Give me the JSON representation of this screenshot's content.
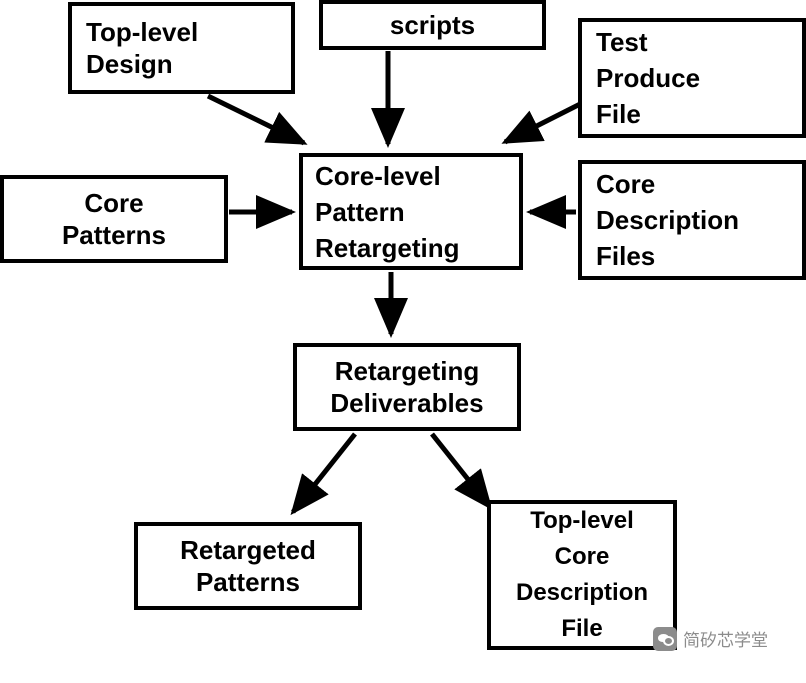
{
  "diagram": {
    "type": "flowchart",
    "nodes": [
      {
        "id": "top-level-design",
        "lines": [
          "Top-level",
          "Design"
        ]
      },
      {
        "id": "scripts",
        "lines": [
          "scripts"
        ]
      },
      {
        "id": "test-produce-file",
        "lines": [
          "Test",
          "Produce",
          "File"
        ]
      },
      {
        "id": "core-patterns",
        "lines": [
          "Core",
          "Patterns"
        ]
      },
      {
        "id": "core-level-pattern-retargeting",
        "lines": [
          "Core-level",
          "Pattern",
          "Retargeting"
        ]
      },
      {
        "id": "core-description-files",
        "lines": [
          "Core",
          "Description",
          "Files"
        ]
      },
      {
        "id": "retargeting-deliverables",
        "lines": [
          "Retargeting",
          "Deliverables"
        ]
      },
      {
        "id": "retargeted-patterns",
        "lines": [
          "Retargeted",
          "Patterns"
        ]
      },
      {
        "id": "top-level-core-description-file",
        "lines": [
          "Top-level",
          "Core",
          "Description",
          "File"
        ]
      }
    ],
    "edges": [
      {
        "from": "top-level-design",
        "to": "core-level-pattern-retargeting"
      },
      {
        "from": "scripts",
        "to": "core-level-pattern-retargeting"
      },
      {
        "from": "test-produce-file",
        "to": "core-level-pattern-retargeting"
      },
      {
        "from": "core-patterns",
        "to": "core-level-pattern-retargeting"
      },
      {
        "from": "core-description-files",
        "to": "core-level-pattern-retargeting"
      },
      {
        "from": "core-level-pattern-retargeting",
        "to": "retargeting-deliverables"
      },
      {
        "from": "retargeting-deliverables",
        "to": "retargeted-patterns"
      },
      {
        "from": "retargeting-deliverables",
        "to": "top-level-core-description-file"
      }
    ],
    "colors": {
      "stroke": "#000000",
      "fill": "#ffffff",
      "text": "#000000",
      "watermark": "#8c8c8c"
    }
  },
  "watermark": {
    "text": "简矽芯学堂",
    "icon": "wechat-logo-icon"
  }
}
